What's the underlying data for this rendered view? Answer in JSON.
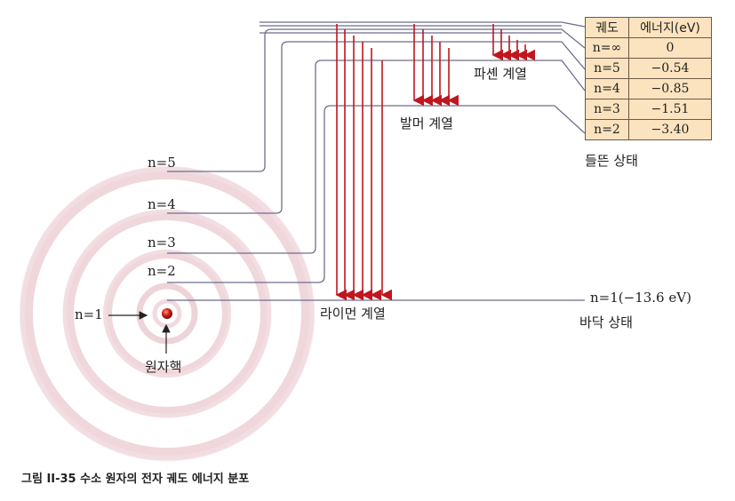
{
  "orbit_labels": [
    "n=5",
    "n=4",
    "n=3",
    "n=2",
    "n=1"
  ],
  "nucleus_label": "원자핵",
  "series": {
    "lyman": "라이먼 계열",
    "balmer": "발머 계열",
    "paschen": "파셴 계열"
  },
  "ground_level_label": "n=1(−13.6 eV)",
  "ground_state": "바닥 상태",
  "excited_state": "들뜬 상태",
  "table": {
    "headers": [
      "궤도",
      "에너지(eV)"
    ],
    "rows": [
      {
        "n": "n=∞",
        "energy": "0"
      },
      {
        "n": "n=5",
        "energy": "−0.54"
      },
      {
        "n": "n=4",
        "energy": "−0.85"
      },
      {
        "n": "n=3",
        "energy": "−1.51"
      },
      {
        "n": "n=2",
        "energy": "−3.40"
      }
    ]
  },
  "caption": "그림 II-35 수소 원자의 전자 궤도 에너지 분포",
  "colors": {
    "orbit_glow": "#e8c4cc",
    "arrow": "#c0161e",
    "level_line": "#6e6e8c",
    "table_bg": "#fbe3bf"
  }
}
